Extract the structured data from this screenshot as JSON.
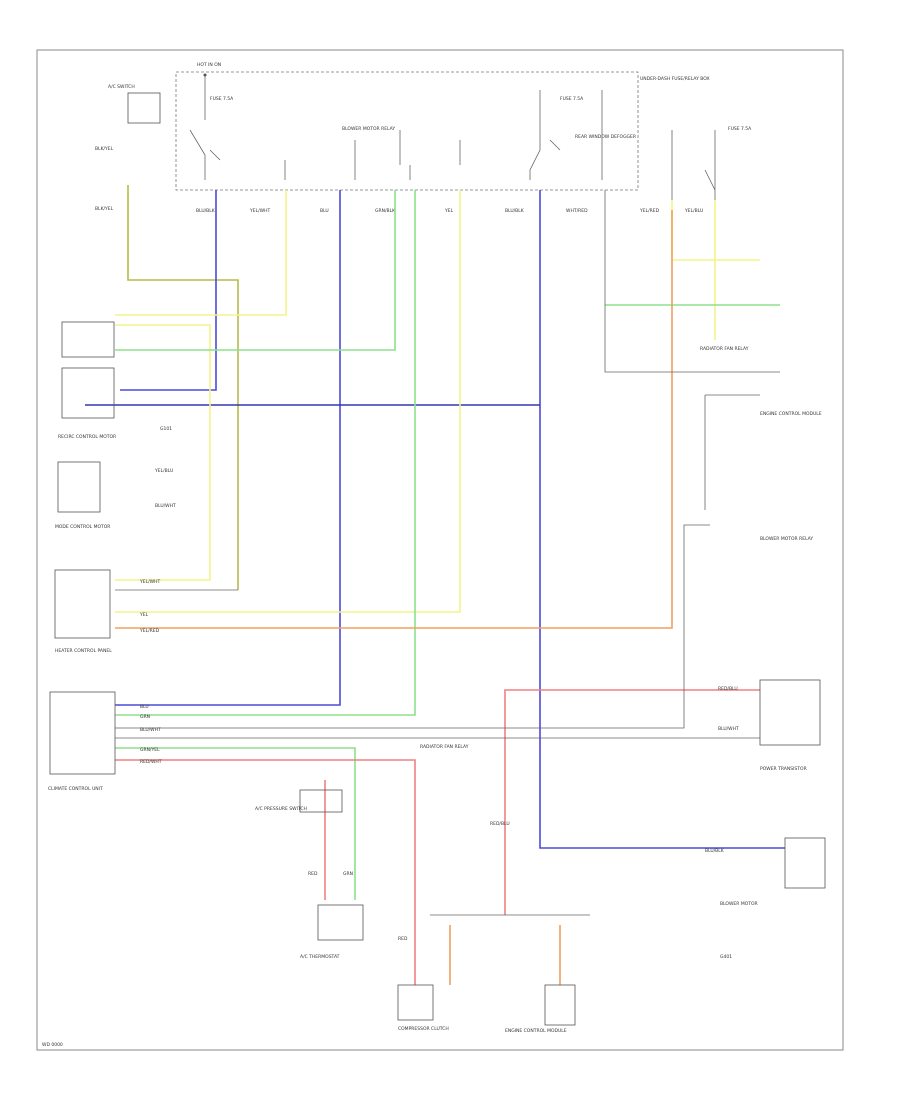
{
  "diagram": {
    "footer_code": "WD 0000",
    "wire_colors": {
      "yellow_green": "#b6bb4a",
      "blue": "#4b4bd6",
      "yellow": "#f4f48a",
      "green": "#8de08d",
      "orange": "#f0a060",
      "red": "#f08080",
      "dark_blue": "#3535b0",
      "black": "#444444"
    },
    "labels": {
      "underhood_fuse_box": "UNDER-DASH FUSE/RELAY BOX",
      "blower_motor_relay": "BLOWER MOTOR RELAY",
      "hot_in_on": "HOT IN ON",
      "fuse_left": "FUSE 7.5A",
      "fuse_right": "FUSE 7.5A",
      "rear_window_defogger": "REAR WINDOW DEFOGGER",
      "fuse_block_right": "FUSE 7.5A",
      "ac_switch": "A/C SWITCH",
      "recirc_control_motor": "RECIRC CONTROL MOTOR",
      "mode_control_motor": "MODE CONTROL MOTOR",
      "ac_pressure_switch": "A/C PRESSURE SWITCH",
      "climate_control_unit": "CLIMATE CONTROL UNIT",
      "ground_g401": "G401",
      "blower_motor": "BLOWER MOTOR",
      "compressor_clutch": "COMPRESSOR CLUTCH",
      "radiator_fan_relay": "RADIATOR FAN RELAY",
      "engine_control_module": "ENGINE CONTROL MODULE",
      "ac_thermostat": "A/C THERMOSTAT",
      "ground_g101": "G101",
      "heater_control_panel": "HEATER CONTROL PANEL",
      "power_transistor": "POWER TRANSISTOR"
    },
    "wire_tags": {
      "blk_yel": "BLK/YEL",
      "yel_blu": "YEL/BLU",
      "blu": "BLU",
      "grn_blk": "GRN/BLK",
      "yel": "YEL",
      "blu_blk": "BLU/BLK",
      "wht_red": "WHT/RED",
      "yel_red": "YEL/RED",
      "yel_wht": "YEL/WHT",
      "grn": "GRN",
      "blu_wht": "BLU/WHT",
      "red": "RED",
      "red_wht": "RED/WHT",
      "grn_yel": "GRN/YEL",
      "red_blu": "RED/BLU"
    }
  }
}
